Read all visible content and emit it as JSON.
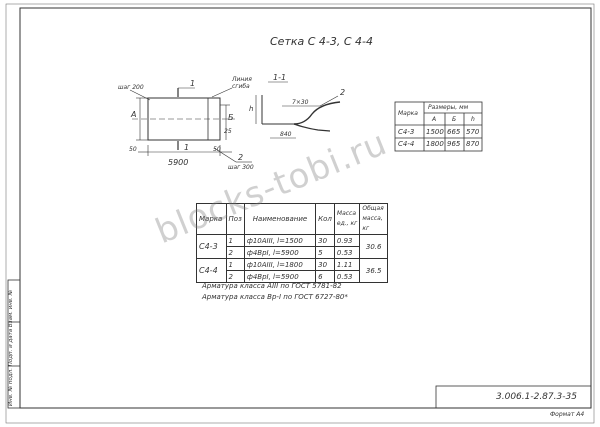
{
  "sheet": {
    "title": "Сетка С 4-3, С 4-4",
    "section_label": "1-1",
    "doc_code": "3.006.1-2.87.3-35",
    "sheet_format": "Формат А4",
    "side_stamp": "Инв. № подл.  Подп. и дата  Взам. инв. №",
    "watermark": "blocks-tobi.ru"
  },
  "drawing": {
    "step_top": "шаг 200",
    "step_bottom": "шаг 300",
    "bend_line": "Линия сгиба",
    "mark_1_top": "1",
    "mark_1_bottom": "1",
    "pos_2_bottom": "2",
    "pos_2_section": "2",
    "dim_length": "5900",
    "dim_50_left": "50",
    "dim_50_right": "50",
    "dim_25": "25",
    "dim_h": "h",
    "dim_A": "А",
    "dim_B": "Б",
    "dim_7": "7×30",
    "dim_840": "840"
  },
  "sizes_table": {
    "header_mark": "Марка",
    "header_sizes": "Размеры, мм",
    "col_a": "А",
    "col_b": "Б",
    "col_h": "h",
    "rows": [
      {
        "mark": "С4-3",
        "a": "1500",
        "b": "665",
        "h": "570"
      },
      {
        "mark": "С4-4",
        "a": "1800",
        "b": "965",
        "h": "870"
      }
    ]
  },
  "spec_table": {
    "h_mark": "Марка",
    "h_pos": "Поз",
    "h_name": "Наименование",
    "h_qty": "Кол",
    "h_mass": "Масса ед., кг",
    "h_total": "Общая масса, кг",
    "rows": [
      {
        "mark": "С4-3",
        "pos": "1",
        "name": "ф10АIII,  l=1500",
        "qty": "30",
        "mass": "0.93",
        "total": "30.6"
      },
      {
        "mark": "",
        "pos": "2",
        "name": "ф4ВрI,  l=5900",
        "qty": "5",
        "mass": "0.53",
        "total": ""
      },
      {
        "mark": "С4-4",
        "pos": "1",
        "name": "ф10АIII,  l=1800",
        "qty": "30",
        "mass": "1.11",
        "total": "36.5"
      },
      {
        "mark": "",
        "pos": "2",
        "name": "ф4ВрI,  l=5900",
        "qty": "6",
        "mass": "0.53",
        "total": ""
      }
    ],
    "note_1": "Арматура класса АIII по ГОСТ 5781-82",
    "note_2": "Арматура класса Вр-I по ГОСТ 6727-80*"
  }
}
